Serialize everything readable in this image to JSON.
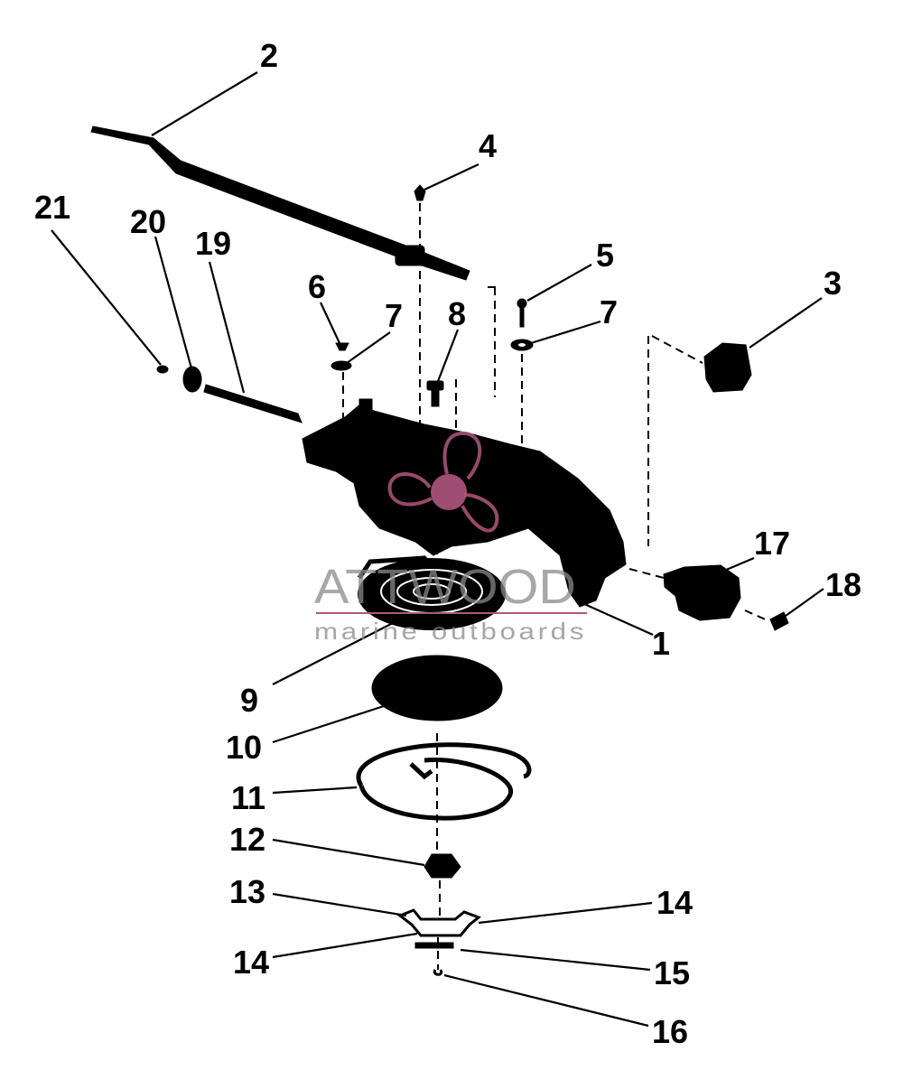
{
  "callouts": {
    "c1": "1",
    "c2": "2",
    "c3": "3",
    "c4": "4",
    "c5": "5",
    "c6": "6",
    "c7a": "7",
    "c7b": "7",
    "c8": "8",
    "c9": "9",
    "c10": "10",
    "c11": "11",
    "c12": "12",
    "c13": "13",
    "c14a": "14",
    "c14b": "14",
    "c15": "15",
    "c16": "16",
    "c17": "17",
    "c18": "18",
    "c19": "19",
    "c20": "20",
    "c21": "21"
  },
  "watermark": {
    "brand": "ATTWOOD",
    "subtitle": "marine outboards",
    "color_logo": "#b0577e",
    "color_text": "#8a8a8a"
  },
  "colors": {
    "ink": "#000000",
    "background": "#ffffff"
  }
}
